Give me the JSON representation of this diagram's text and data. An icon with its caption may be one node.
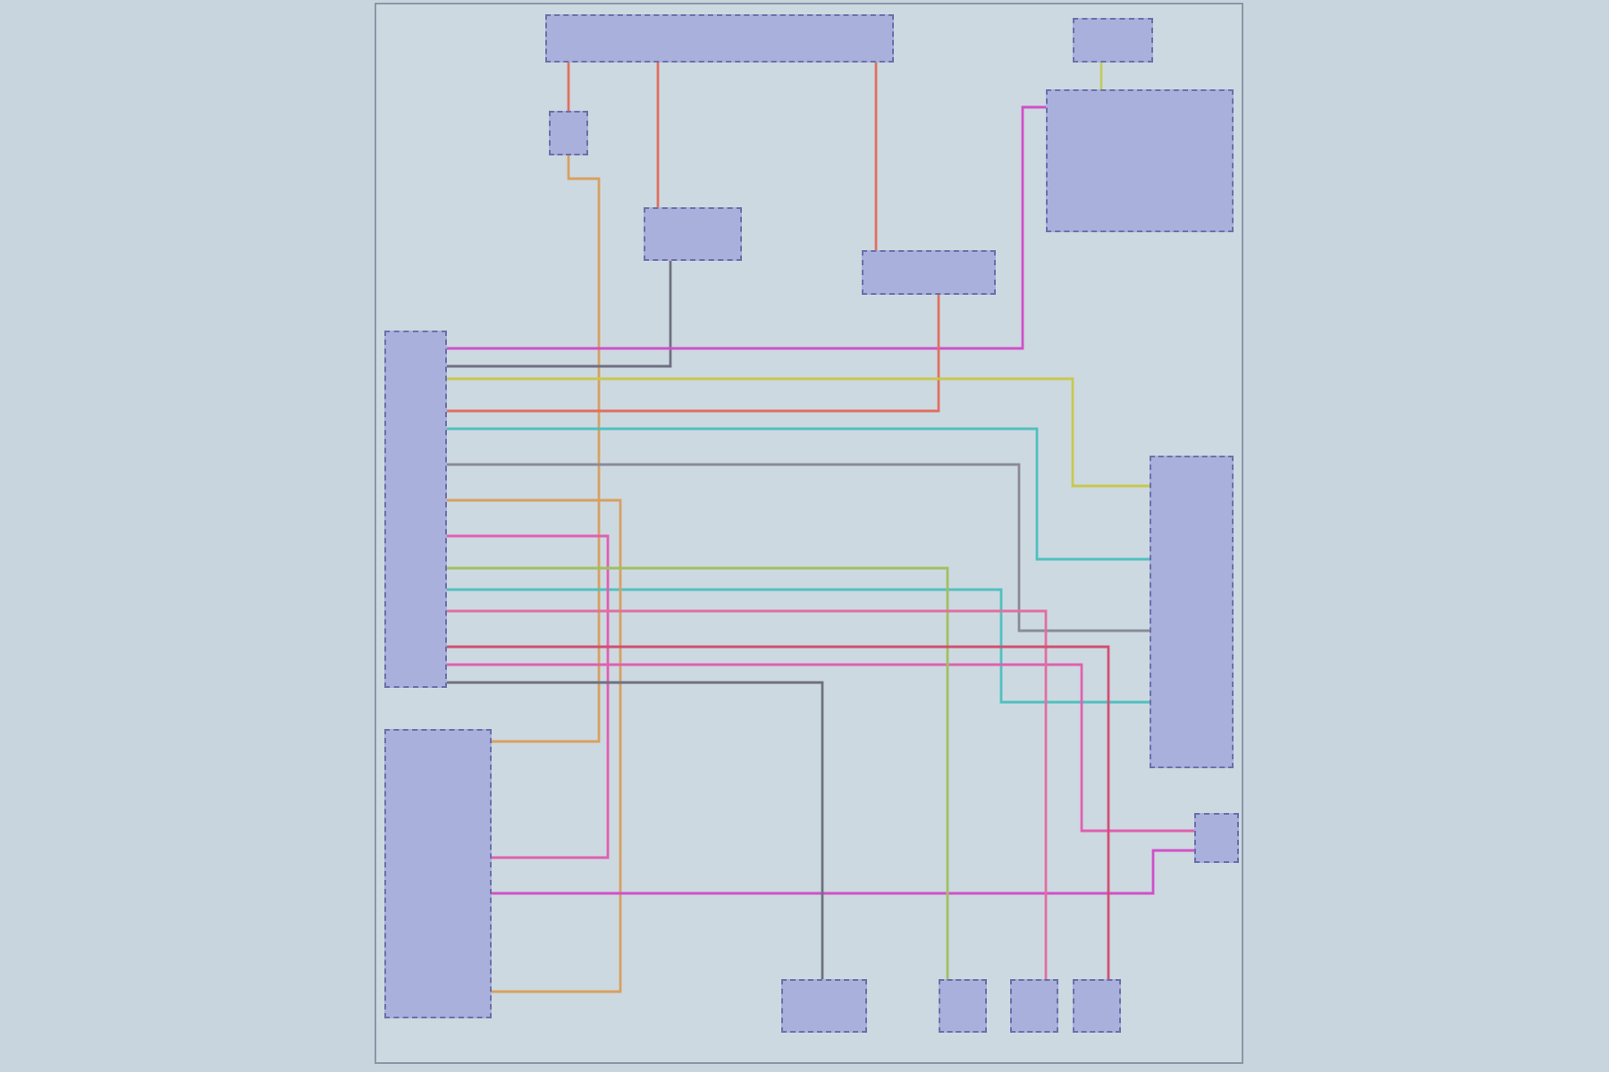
{
  "diagram": {
    "nodes": [
      {
        "text": [],
        "shape": "box"
      },
      {
        "text": [],
        "shape": "box"
      },
      {
        "text": [],
        "shape": "box"
      },
      {
        "text": [],
        "shape": "box"
      },
      {
        "text": [],
        "shape": "box"
      },
      {
        "text": [],
        "shape": "box"
      },
      {
        "text": [],
        "shape": "box"
      },
      {
        "text": [],
        "shape": "box"
      },
      {
        "text": [],
        "shape": "box"
      },
      {
        "text": [],
        "shape": "box"
      },
      {
        "text": [],
        "shape": "box"
      },
      {
        "text": [],
        "shape": "box"
      },
      {
        "text": [],
        "shape": "box"
      },
      {
        "text": [],
        "shape": "box"
      }
    ],
    "edges": [
      {
        "from": 0,
        "to": 2,
        "arrow": "none",
        "color": "#e07060"
      },
      {
        "from": 0,
        "to": 3,
        "arrow": "none",
        "color": "#e07060"
      },
      {
        "from": 2,
        "to": 8,
        "arrow": "none",
        "color": "#d8a060"
      },
      {
        "from": 3,
        "to": 6,
        "arrow": "none",
        "color": "#6e7080"
      },
      {
        "from": 1,
        "to": 4,
        "arrow": "none",
        "color": "#c0cc60"
      },
      {
        "from": 4,
        "to": 6,
        "arrow": "none",
        "color": "#d050c8"
      },
      {
        "from": 0,
        "to": 5,
        "arrow": "none",
        "color": "#e07060"
      },
      {
        "from": 5,
        "to": 6,
        "arrow": "none",
        "color": "#e07060"
      },
      {
        "from": 6,
        "to": 7,
        "arrow": "none",
        "color": "#c8c850"
      },
      {
        "from": 6,
        "to": 7,
        "arrow": "none",
        "color": "#50c0c0"
      },
      {
        "from": 6,
        "to": 7,
        "arrow": "none",
        "color": "#8a8a9a"
      },
      {
        "from": 6,
        "to": 7,
        "arrow": "none",
        "color": "#50c0c0"
      },
      {
        "from": 6,
        "to": 8,
        "arrow": "none",
        "color": "#e060b0"
      },
      {
        "from": 6,
        "to": 8,
        "arrow": "none",
        "color": "#d8a060"
      },
      {
        "from": 6,
        "to": 9,
        "arrow": "none",
        "color": "#e060b0"
      },
      {
        "from": 8,
        "to": 9,
        "arrow": "none",
        "color": "#d050c8"
      },
      {
        "from": 6,
        "to": 11,
        "arrow": "none",
        "color": "#a0c060"
      },
      {
        "from": 6,
        "to": 12,
        "arrow": "none",
        "color": "#e070a0"
      },
      {
        "from": 6,
        "to": 13,
        "arrow": "none",
        "color": "#d05070"
      },
      {
        "from": 6,
        "to": 10,
        "arrow": "none",
        "color": "#6e7080"
      }
    ]
  }
}
